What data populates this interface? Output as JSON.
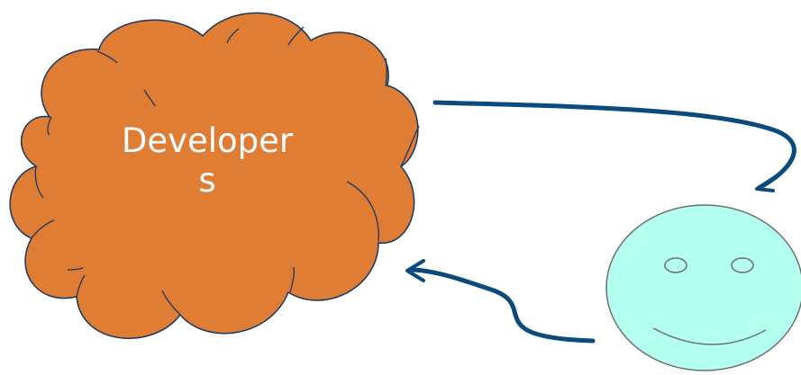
{
  "cloud": {
    "label": "Developer\ns",
    "fill": "#e07d35",
    "stroke": "#17375e",
    "text_color": "#ffffff"
  },
  "smiley": {
    "fill": "#b3fff0",
    "stroke": "#6e6e6e"
  },
  "arrows": {
    "color": "#0b4a7d"
  },
  "icons": [
    "cloud-shape",
    "smiley-face-icon",
    "arrow-curved-right",
    "arrow-curved-left"
  ]
}
